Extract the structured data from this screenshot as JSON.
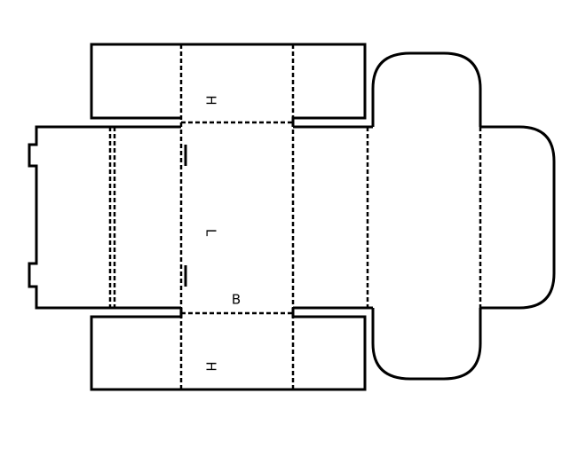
{
  "labels": {
    "height_top": "H",
    "length": "L",
    "breadth": "B",
    "height_bottom": "H"
  },
  "colors": {
    "line": "#000000",
    "background": "#ffffff"
  }
}
